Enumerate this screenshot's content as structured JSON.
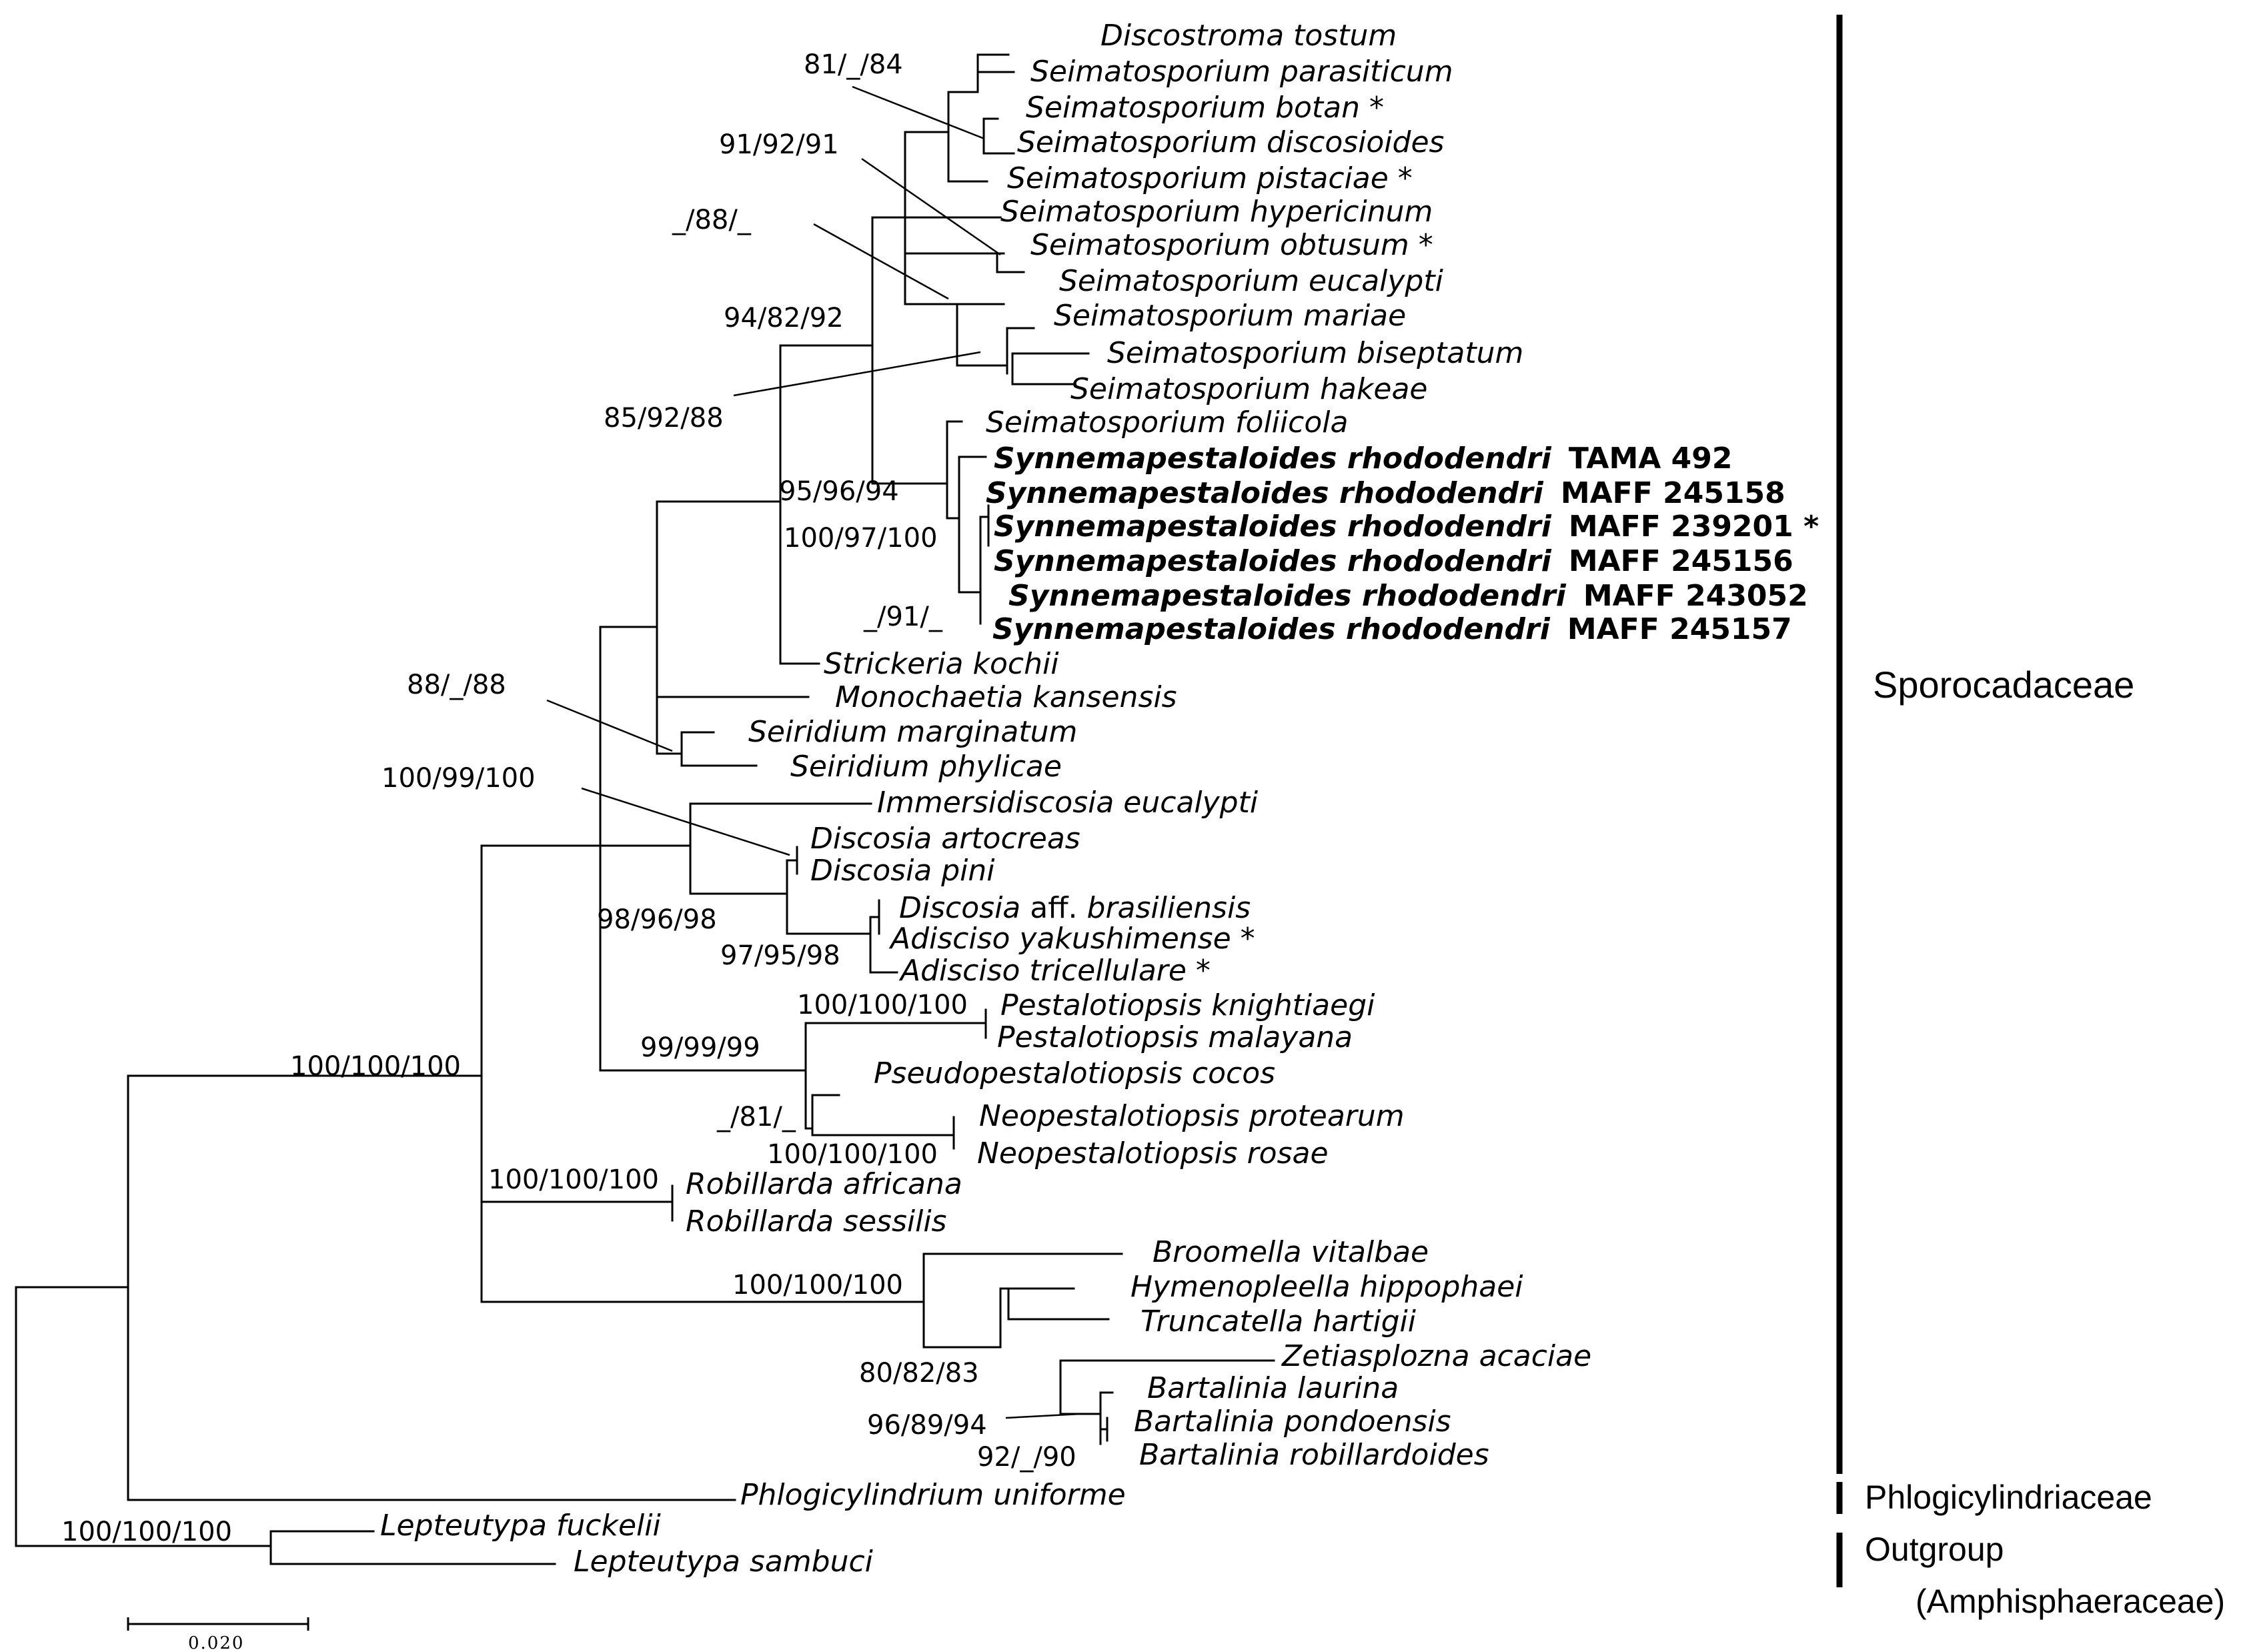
{
  "taxa": [
    {
      "name": "Discostroma tostum"
    },
    {
      "name": "Seimatosporium parasiticum"
    },
    {
      "name": "Seimatosporium botan",
      "suffix": " *"
    },
    {
      "name": "Seimatosporium discosioides"
    },
    {
      "name": "Seimatosporium pistaciae",
      "suffix": " *"
    },
    {
      "name": "Seimatosporium hypericinum"
    },
    {
      "name": "Seimatosporium obtusum",
      "suffix": " *"
    },
    {
      "name": "Seimatosporium eucalypti"
    },
    {
      "name": "Seimatosporium mariae"
    },
    {
      "name": "Seimatosporium biseptatum"
    },
    {
      "name": "Seimatosporium hakeae"
    },
    {
      "name": "Seimatosporium foliicola"
    },
    {
      "name": "Synnemapestaloides rhododendri",
      "accession": "TAMA 492"
    },
    {
      "name": "Synnemapestaloides rhododendri",
      "accession": "MAFF 245158"
    },
    {
      "name": "Synnemapestaloides rhododendri",
      "accession": "MAFF 239201 *"
    },
    {
      "name": "Synnemapestaloides rhododendri",
      "accession": "MAFF 245156"
    },
    {
      "name": "Synnemapestaloides rhododendri",
      "accession": "MAFF 243052"
    },
    {
      "name": "Synnemapestaloides rhododendri",
      "accession": "MAFF 245157"
    },
    {
      "name": "Strickeria kochii"
    },
    {
      "name": "Monochaetia kansensis"
    },
    {
      "name": "Seiridium marginatum"
    },
    {
      "name": "Seiridium phylicae"
    },
    {
      "name": "Immersidiscosia eucalypti"
    },
    {
      "name": "Discosia artocreas"
    },
    {
      "name": "Discosia pini"
    },
    {
      "name": "Discosia",
      "middle": " aff. ",
      "tail": "brasiliensis"
    },
    {
      "name": "Adisciso yakushimense",
      "suffix": " *"
    },
    {
      "name": "Adisciso tricellulare",
      "suffix": " *"
    },
    {
      "name": "Pestalotiopsis knightiaegi"
    },
    {
      "name": "Pestalotiopsis malayana"
    },
    {
      "name": "Pseudopestalotiopsis cocos"
    },
    {
      "name": "Neopestalotiopsis protearum"
    },
    {
      "name": "Neopestalotiopsis rosae"
    },
    {
      "name": "Robillarda africana"
    },
    {
      "name": "Robillarda sessilis"
    },
    {
      "name": "Broomella vitalbae"
    },
    {
      "name": "Hymenopleella hippophaei"
    },
    {
      "name": "Truncatella hartigii"
    },
    {
      "name": "Zetiasplozna acaciae"
    },
    {
      "name": "Bartalinia laurina"
    },
    {
      "name": "Bartalinia pondoensis"
    },
    {
      "name": "Bartalinia robillardoides"
    },
    {
      "name": "Phlogicylindrium uniforme"
    },
    {
      "name": "Lepteutypa fuckelii"
    },
    {
      "name": "Lepteutypa sambuci"
    }
  ],
  "support_values": [
    "81/_/84",
    "91/92/91",
    "_/88/_",
    "94/82/92",
    "85/92/88",
    "95/96/94",
    "100/97/100",
    "_/91/_",
    "88/_/88",
    "100/99/100",
    "98/96/98",
    "97/95/98",
    "100/100/100",
    "99/99/99",
    "_/81/_",
    "100/100/100",
    "100/100/100",
    "100/100/100",
    "100/100/100",
    "80/82/83",
    "96/89/94",
    "92/_/90",
    "100/100/100"
  ],
  "families": {
    "sporocadaceae": "Sporocadaceae",
    "phlogicylindriaceae": "Phlogicylindriaceae",
    "outgroup": "Outgroup",
    "outgroup_family": "(Amphisphaeraceae)"
  },
  "scale_bar": {
    "label": "0.020"
  }
}
